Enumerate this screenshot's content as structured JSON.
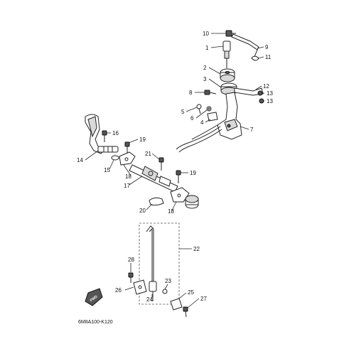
{
  "diagram": {
    "figure_code": "6M8A100-K120",
    "badge_text": "FWD",
    "callouts": {
      "c1": "1",
      "c2": "2",
      "c3": "3",
      "c4": "4",
      "c5": "5",
      "c6": "6",
      "c7": "7",
      "c8": "8",
      "c9": "9",
      "c10": "10",
      "c11": "11",
      "c12": "12",
      "c13a": "13",
      "c13b": "13",
      "c14": "14",
      "c15": "15",
      "c16": "16",
      "c17": "17",
      "c18a": "18",
      "c18b": "18",
      "c19a": "19",
      "c19b": "19",
      "c20": "20",
      "c21": "21",
      "c22": "22",
      "c23": "23",
      "c24": "24",
      "c25": "25",
      "c26": "26",
      "c27": "27",
      "c28": "28"
    }
  }
}
